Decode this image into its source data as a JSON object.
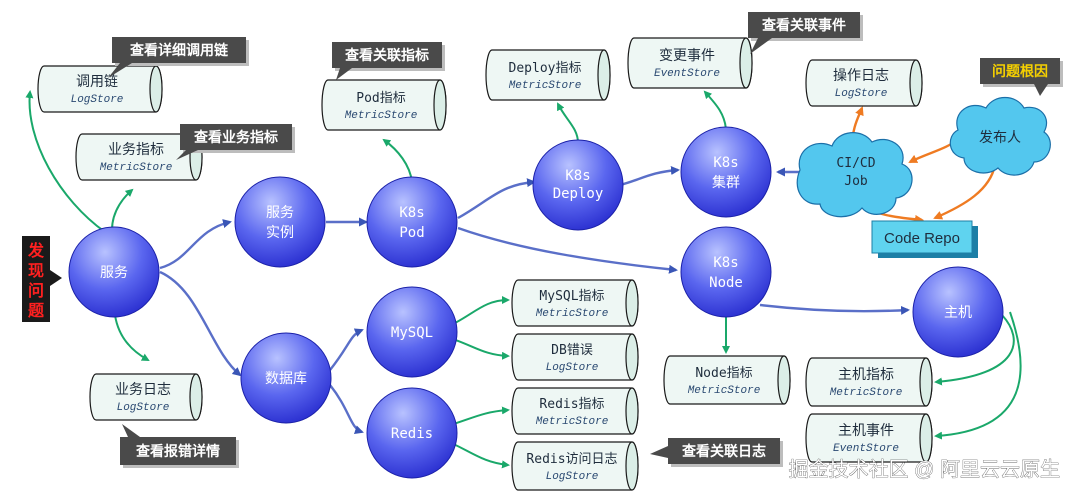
{
  "colors": {
    "circle_top": "#a9b4ff",
    "circle_bottom": "#2a33d8",
    "green_arrow": "#1aa86a",
    "blue_arrow": "#3a56b6",
    "orange_arrow": "#ef7b22",
    "cylinder_fill": "#eef7f4",
    "callout_bg": "#4a4a4a",
    "cloud_fill": "#53c7ee",
    "code_repo_fill": "#5fd3ef"
  },
  "circles": {
    "service": "服务",
    "instance_line1": "服务",
    "instance_line2": "实例",
    "k8s_pod_line1": "K8s",
    "k8s_pod_line2": "Pod",
    "database": "数据库",
    "mysql": "MySQL",
    "redis": "Redis",
    "k8s_deploy_line1": "K8s",
    "k8s_deploy_line2": "Deploy",
    "k8s_cluster_line1": "K8s",
    "k8s_cluster_line2": "集群",
    "k8s_node_line1": "K8s",
    "k8s_node_line2": "Node",
    "host": "主机"
  },
  "stores": {
    "trace_title": "调用链",
    "trace_store": "LogStore",
    "biz_metric_title": "业务指标",
    "biz_metric_store": "MetricStore",
    "biz_log_title": "业务日志",
    "biz_log_store": "LogStore",
    "pod_metric_title": "Pod指标",
    "pod_metric_store": "MetricStore",
    "deploy_metric_title": "Deploy指标",
    "deploy_metric_store": "MetricStore",
    "change_event_title": "变更事件",
    "change_event_store": "EventStore",
    "op_log_title": "操作日志",
    "op_log_store": "LogStore",
    "mysql_metric_title": "MySQL指标",
    "mysql_metric_store": "MetricStore",
    "db_error_title": "DB错误",
    "db_error_store": "LogStore",
    "redis_metric_title": "Redis指标",
    "redis_metric_store": "MetricStore",
    "redis_log_title": "Redis访问日志",
    "redis_log_store": "LogStore",
    "node_metric_title": "Node指标",
    "node_metric_store": "MetricStore",
    "host_metric_title": "主机指标",
    "host_metric_store": "MetricStore",
    "host_event_title": "主机事件",
    "host_event_store": "EventStore"
  },
  "callouts": {
    "trace_detail": "查看详细调用链",
    "biz_metric": "查看业务指标",
    "error_detail": "查看报错详情",
    "pod_metric": "查看关联指标",
    "related_event": "查看关联事件",
    "root_cause": "问题根因",
    "related_log": "查看关联日志"
  },
  "discover": [
    "发",
    "现",
    "问",
    "题"
  ],
  "cicd_line1": "CI/CD",
  "cicd_line2": "Job",
  "publisher": "发布人",
  "code_repo": "Code Repo",
  "watermark": "掘金技术社区 @ 阿里云云原生"
}
